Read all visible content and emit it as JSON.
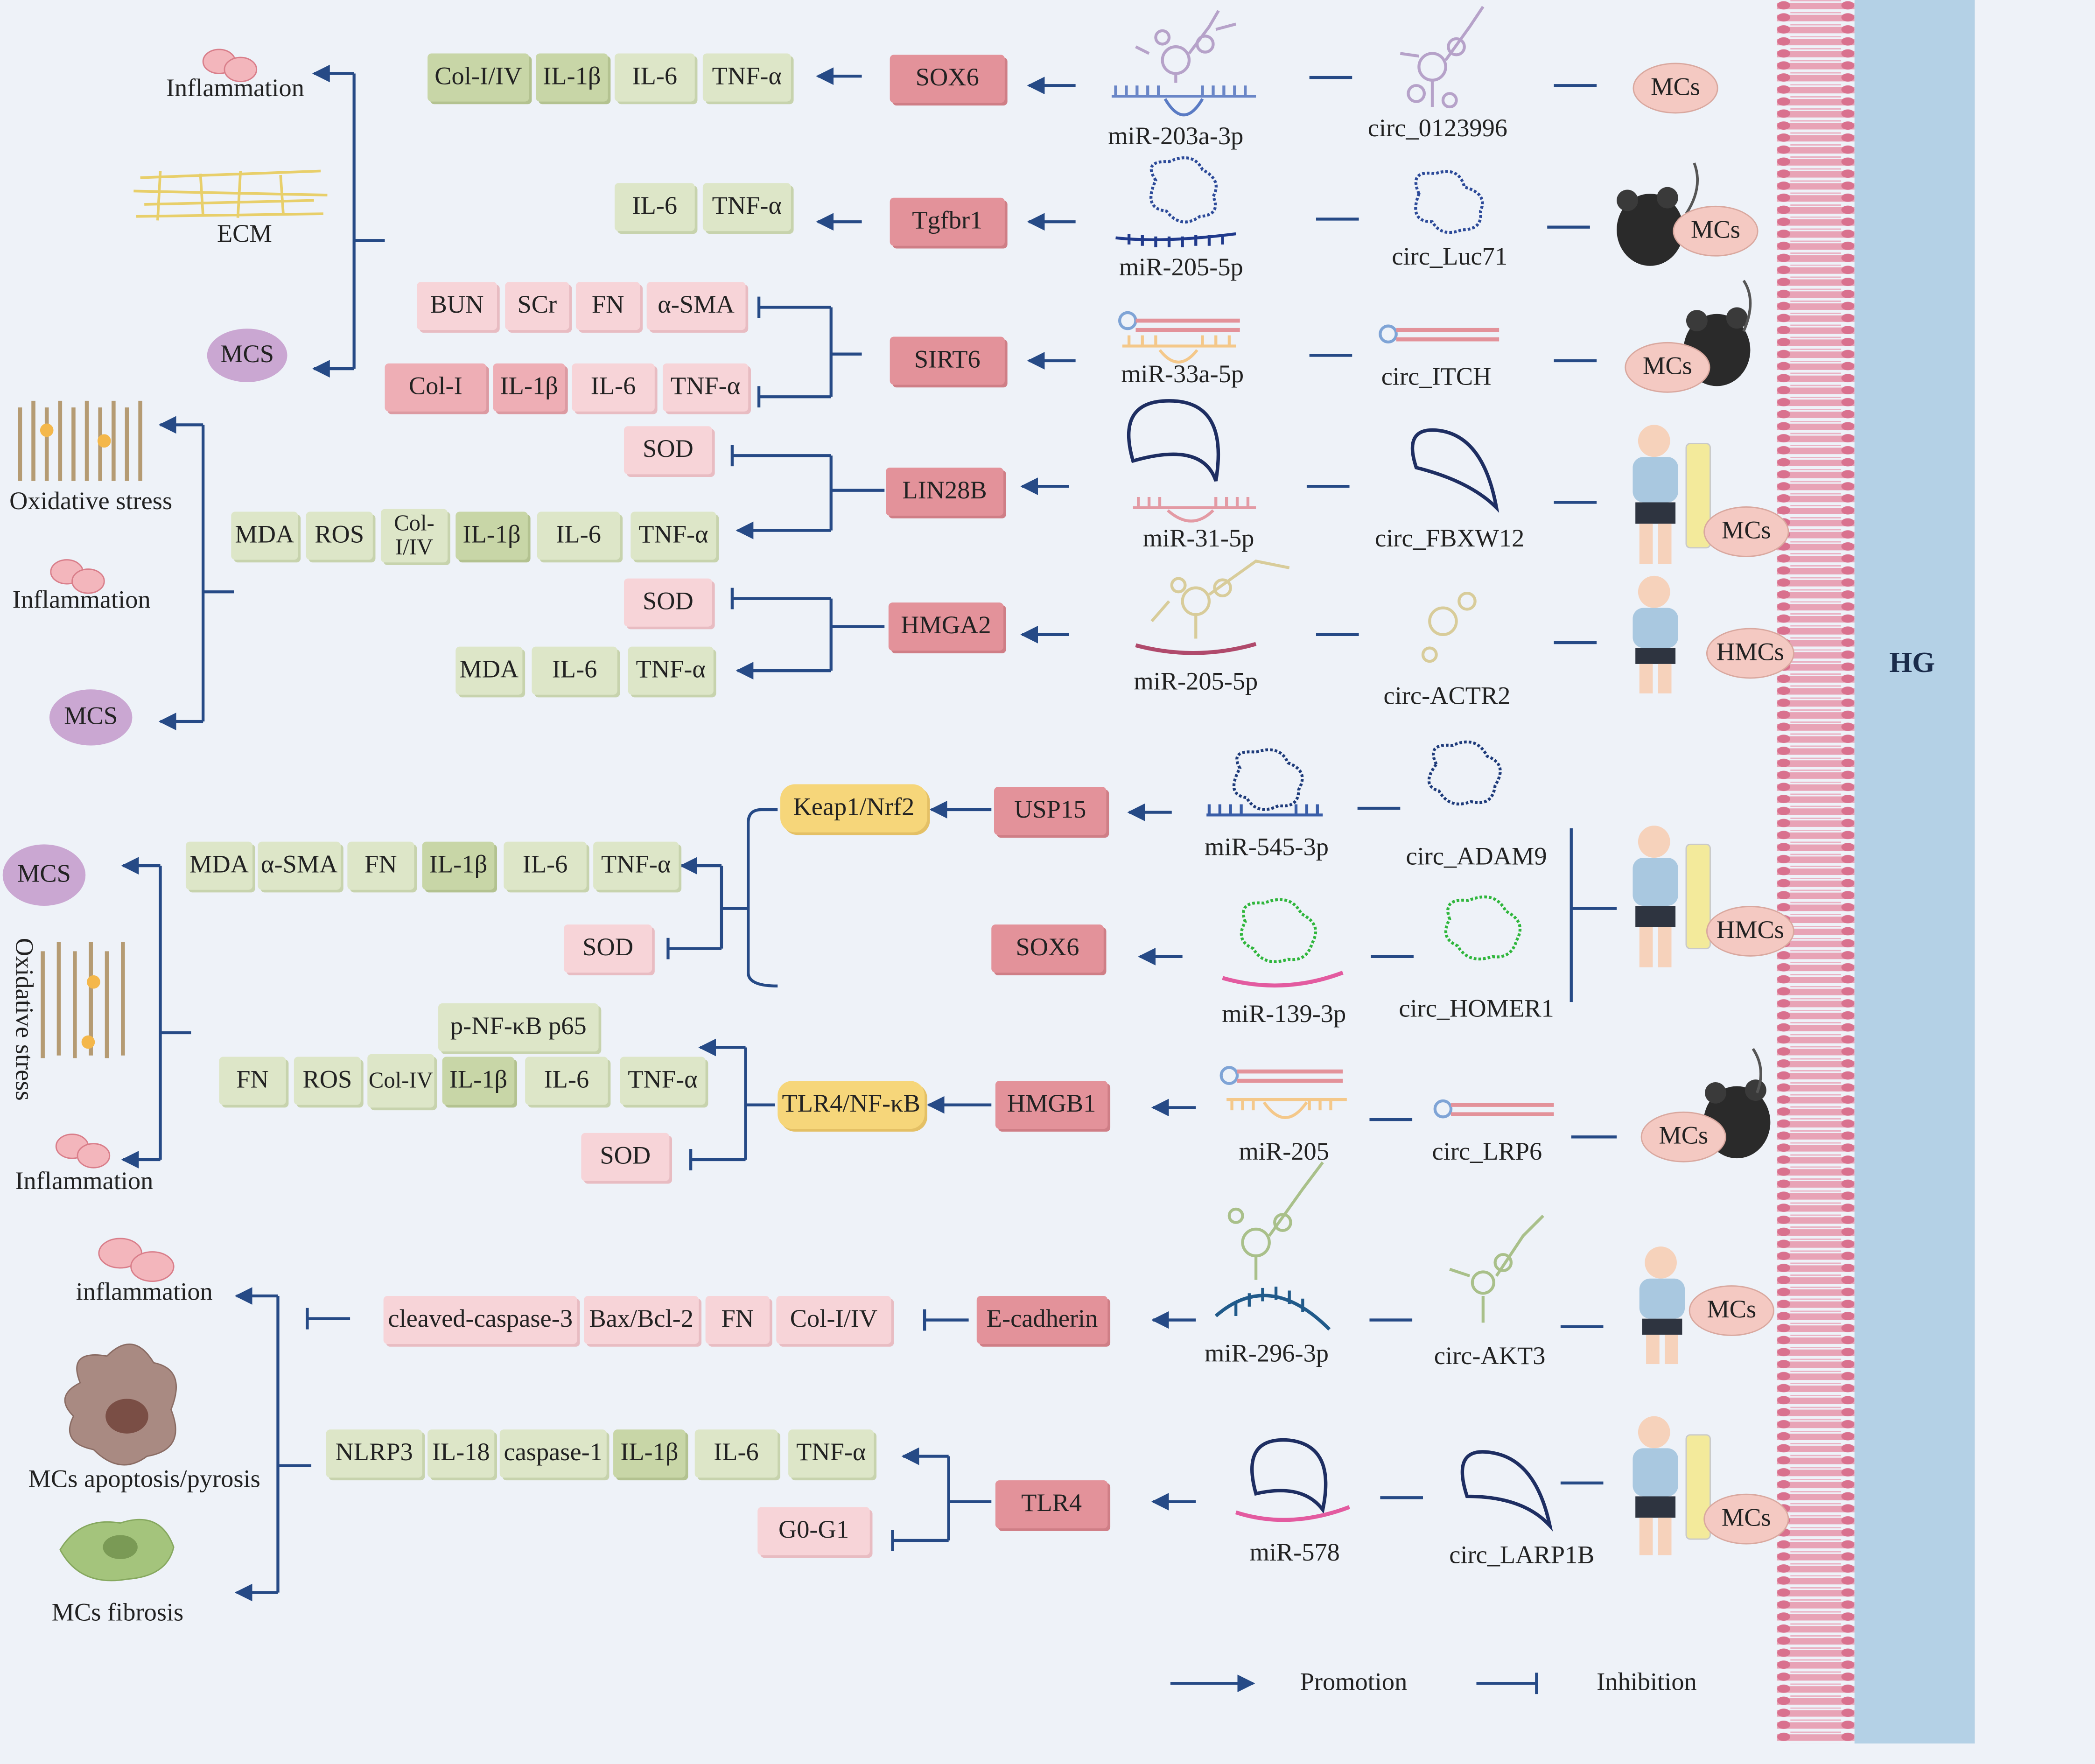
{
  "hg_label": "HG",
  "legend": {
    "promotion": "Promotion",
    "inhibition": "Inhibition"
  },
  "outcomes": {
    "inflammation": "Inflammation",
    "ecm": "ECM",
    "mcs": "MCS",
    "oxidative_stress": "Oxidative stress",
    "inflammation_lower": "inflammation",
    "apoptosis": "MCs apoptosis/pyrosis",
    "fibrosis": "MCs fibrosis"
  },
  "cells": {
    "mcs": "MCs",
    "hmcs": "HMCs"
  },
  "rows": [
    {
      "circ": "circ_0123996",
      "mir": "miR-203a-3p",
      "gene": "SOX6",
      "markers": [
        "Col-I/IV",
        "IL-1β",
        "IL-6",
        "TNF-α"
      ]
    },
    {
      "circ": "circ_Luc71",
      "mir": "miR-205-5p",
      "gene": "Tgfbr1",
      "markers": [
        "IL-6",
        "TNF-α"
      ]
    },
    {
      "circ": "circ_ITCH",
      "mir": "miR-33a-5p",
      "gene": "SIRT6",
      "markers_top": [
        "BUN",
        "SCr",
        "FN",
        "α-SMA"
      ],
      "markers_bottom": [
        "Col-I",
        "IL-1β",
        "IL-6",
        "TNF-α"
      ]
    },
    {
      "circ": "circ_FBXW12",
      "mir": "miR-31-5p",
      "gene": "LIN28B",
      "markers_top": [
        "SOD"
      ],
      "markers_bottom": [
        "MDA",
        "ROS",
        "Col-I/IV",
        "IL-1β",
        "IL-6",
        "TNF-α"
      ]
    },
    {
      "circ": "circ-ACTR2",
      "mir": "miR-205-5p",
      "gene": "HMGA2",
      "markers_top": [
        "SOD"
      ],
      "markers_bottom": [
        "MDA",
        "IL-6",
        "TNF-α"
      ]
    },
    {
      "circ": "circ_ADAM9",
      "mir": "miR-545-3p",
      "gene": "USP15",
      "pathway": "Keap1/Nrf2"
    },
    {
      "circ": "circ_HOMER1",
      "mir": "miR-139-3p",
      "gene": "SOX6"
    },
    {
      "circ": "circ_LRP6",
      "mir": "miR-205",
      "gene": "HMGB1",
      "pathway": "TLR4/NF-κB"
    },
    {
      "circ": "circ-AKT3",
      "mir": "miR-296-3p",
      "gene": "E-cadherin",
      "markers": [
        "cleaved-caspase-3",
        "Bax/Bcl-2",
        "FN",
        "Col-I/IV"
      ]
    },
    {
      "circ": "circ_LARP1B",
      "mir": "miR-578",
      "gene": "TLR4",
      "markers_top": [
        "NLRP3",
        "IL-18",
        "caspase-1",
        "IL-1β",
        "IL-6",
        "TNF-α"
      ],
      "markers_bottom": [
        "G0-G1"
      ]
    }
  ],
  "keap_markers_top": [
    "MDA",
    "α-SMA",
    "FN",
    "IL-1β",
    "IL-6",
    "TNF-α"
  ],
  "keap_markers_bottom": [
    "SOD"
  ],
  "tlr_marker_label": "p-NF-κB p65",
  "tlr_markers_top": [
    "FN",
    "ROS",
    "Col-IV",
    "IL-1β",
    "IL-6",
    "TNF-α"
  ],
  "tlr_markers_bottom": [
    "SOD"
  ],
  "colors": {
    "arrow": "#264a86",
    "marker_green": "#dde6c8",
    "marker_pink": "#f7d4d8",
    "gene": "#e3929a",
    "pathway": "#f6d67a",
    "hg": "#b4d1e6",
    "membrane": "#d9718e"
  }
}
